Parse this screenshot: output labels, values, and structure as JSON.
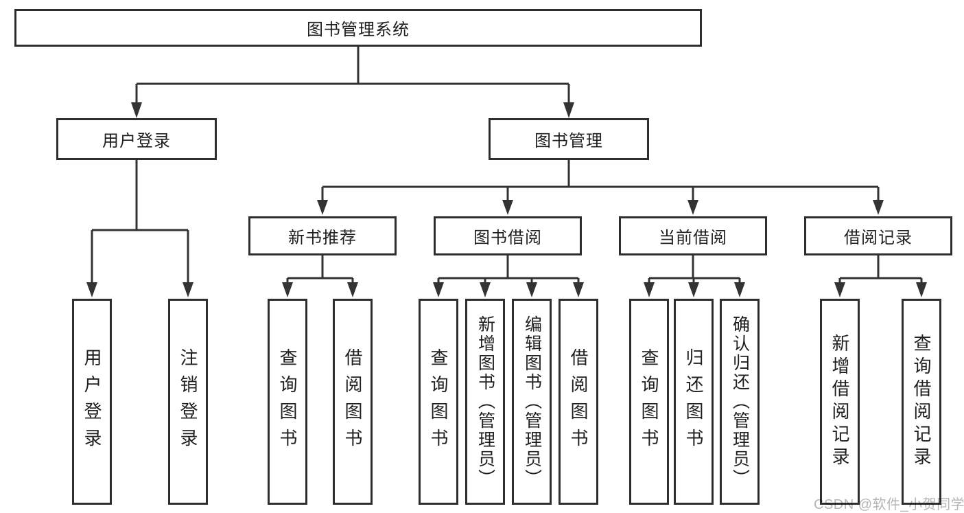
{
  "colors": {
    "background": "#ffffff",
    "box_border": "#2e2e2e",
    "connector_line": "#333333",
    "text": "#1f1f1f",
    "watermark": "#b5b5b5"
  },
  "watermark": {
    "text": "CSDN @软件_小贺同学"
  },
  "tree": {
    "root": {
      "label": "图书管理系统"
    },
    "branches": [
      {
        "label": "用户登录",
        "leaves": [
          "用户登录",
          "注销登录"
        ]
      },
      {
        "label": "图书管理",
        "groups": [
          {
            "label": "新书推荐",
            "leaves": [
              "查询图书",
              "借阅图书"
            ]
          },
          {
            "label": "图书借阅",
            "leaves": [
              "查询图书",
              "新增图书（管理员）",
              "编辑图书（管理员）",
              "借阅图书"
            ]
          },
          {
            "label": "当前借阅",
            "leaves": [
              "查询图书",
              "归还图书",
              "确认归还（管理员）"
            ]
          },
          {
            "label": "借阅记录",
            "leaves": [
              "新增借阅记录",
              "查询借阅记录"
            ]
          }
        ]
      }
    ]
  }
}
